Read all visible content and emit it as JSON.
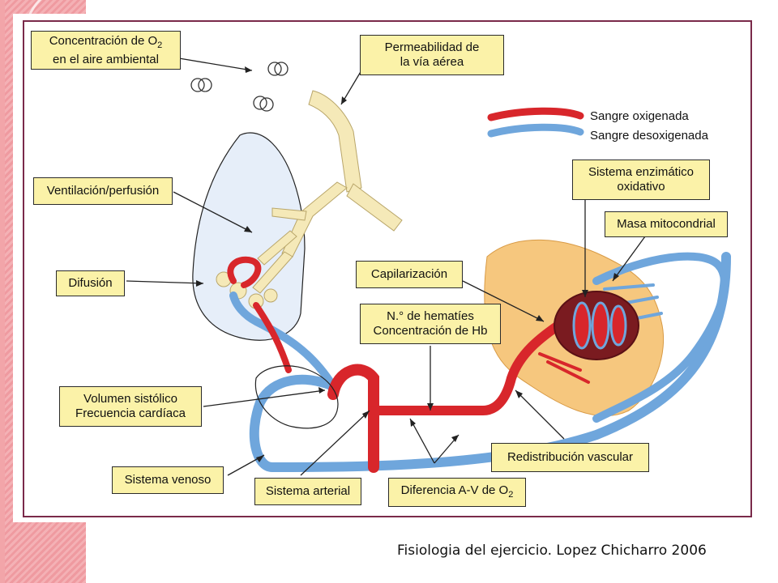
{
  "labels": {
    "o2_conc_line1": "Concentración de O",
    "o2_conc_sub": "2",
    "o2_conc_line2": "en el aire ambiental",
    "permeability_line1": "Permeabilidad de",
    "permeability_line2": "la vía aérea",
    "ventilation": "Ventilación/perfusión",
    "diffusion": "Difusión",
    "capillarization": "Capilarización",
    "hematies_line1": "N.° de hematíes",
    "hematies_line2": "Concentración de Hb",
    "enzymatic_line1": "Sistema enzimático",
    "enzymatic_line2": "oxidativo",
    "mitochondrial": "Masa mitocondrial",
    "stroke_line1": "Volumen sistólico",
    "stroke_line2": "Frecuencia cardíaca",
    "venous": "Sistema venoso",
    "arterial": "Sistema arterial",
    "av_diff": "Diferencia A-V de O",
    "av_diff_sub": "2",
    "redistribution": "Redistribución vascular"
  },
  "legend": {
    "oxygenated": "Sangre oxigenada",
    "deoxygenated": "Sangre desoxigenada"
  },
  "caption": "Fisiologia del ejercicio. Lopez Chicharro 2006",
  "colors": {
    "oxygenated": "#d8262b",
    "deoxygenated": "#6fa6dc",
    "label_fill": "#fbf2a8",
    "muscle": "#f6c77e",
    "airway": "#f5e9b8",
    "frame": "#7a2a4a"
  }
}
